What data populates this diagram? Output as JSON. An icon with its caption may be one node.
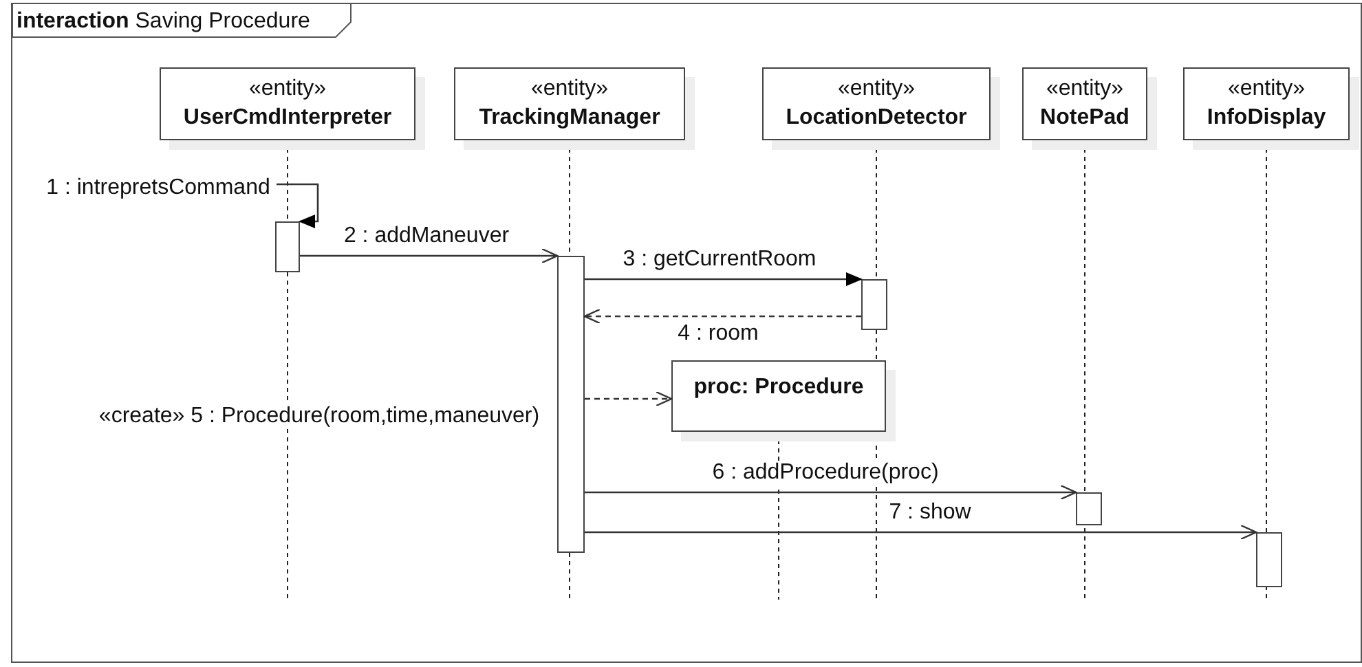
{
  "diagram": {
    "nodes": [
      {
        "text": [
          "**interaction** Saving Procedure"
        ]
      },
      {
        "text": [
          "«entity»",
          "UserCmdInterpreter"
        ],
        "in": 0
      },
      {
        "text": [
          "«entity»",
          "TrackingManager"
        ],
        "in": 0
      },
      {
        "text": [
          "«entity»",
          "LocationDetector"
        ],
        "in": 0
      },
      {
        "text": [
          "«entity»",
          "NotePad"
        ],
        "in": 0
      },
      {
        "text": [
          "«entity»",
          "InfoDisplay"
        ],
        "in": 0
      },
      {
        "text": [
          "proc: Procedure"
        ],
        "in": 0
      },
      {
        "text": [],
        "shape": "bar",
        "in": 0
      },
      {
        "text": [],
        "shape": "bar",
        "in": 0
      },
      {
        "text": [],
        "shape": "bar",
        "in": 0
      },
      {
        "text": [],
        "shape": "bar",
        "in": 0
      },
      {
        "text": [],
        "shape": "bar",
        "in": 0
      }
    ],
    "edges": [
      {
        "from": null,
        "to": 7,
        "arrow": "to",
        "label": "1 : intrepretsCommand"
      },
      {
        "from": 7,
        "to": 8,
        "arrow": "to",
        "label": "2 : addManeuver"
      },
      {
        "from": 8,
        "to": 9,
        "arrow": "to",
        "label": "3 : getCurrentRoom"
      },
      {
        "from": 9,
        "to": 8,
        "arrow": "to",
        "label": "4 : room",
        "style": "dashed"
      },
      {
        "from": 8,
        "to": 6,
        "arrow": "to",
        "label": "«create» 5 : Procedure(room,time,maneuver)",
        "style": "dashed"
      },
      {
        "from": 8,
        "to": 10,
        "arrow": "to",
        "label": "6 : addProcedure(proc)"
      },
      {
        "from": 8,
        "to": 11,
        "arrow": "to",
        "label": "7 : show"
      }
    ]
  }
}
